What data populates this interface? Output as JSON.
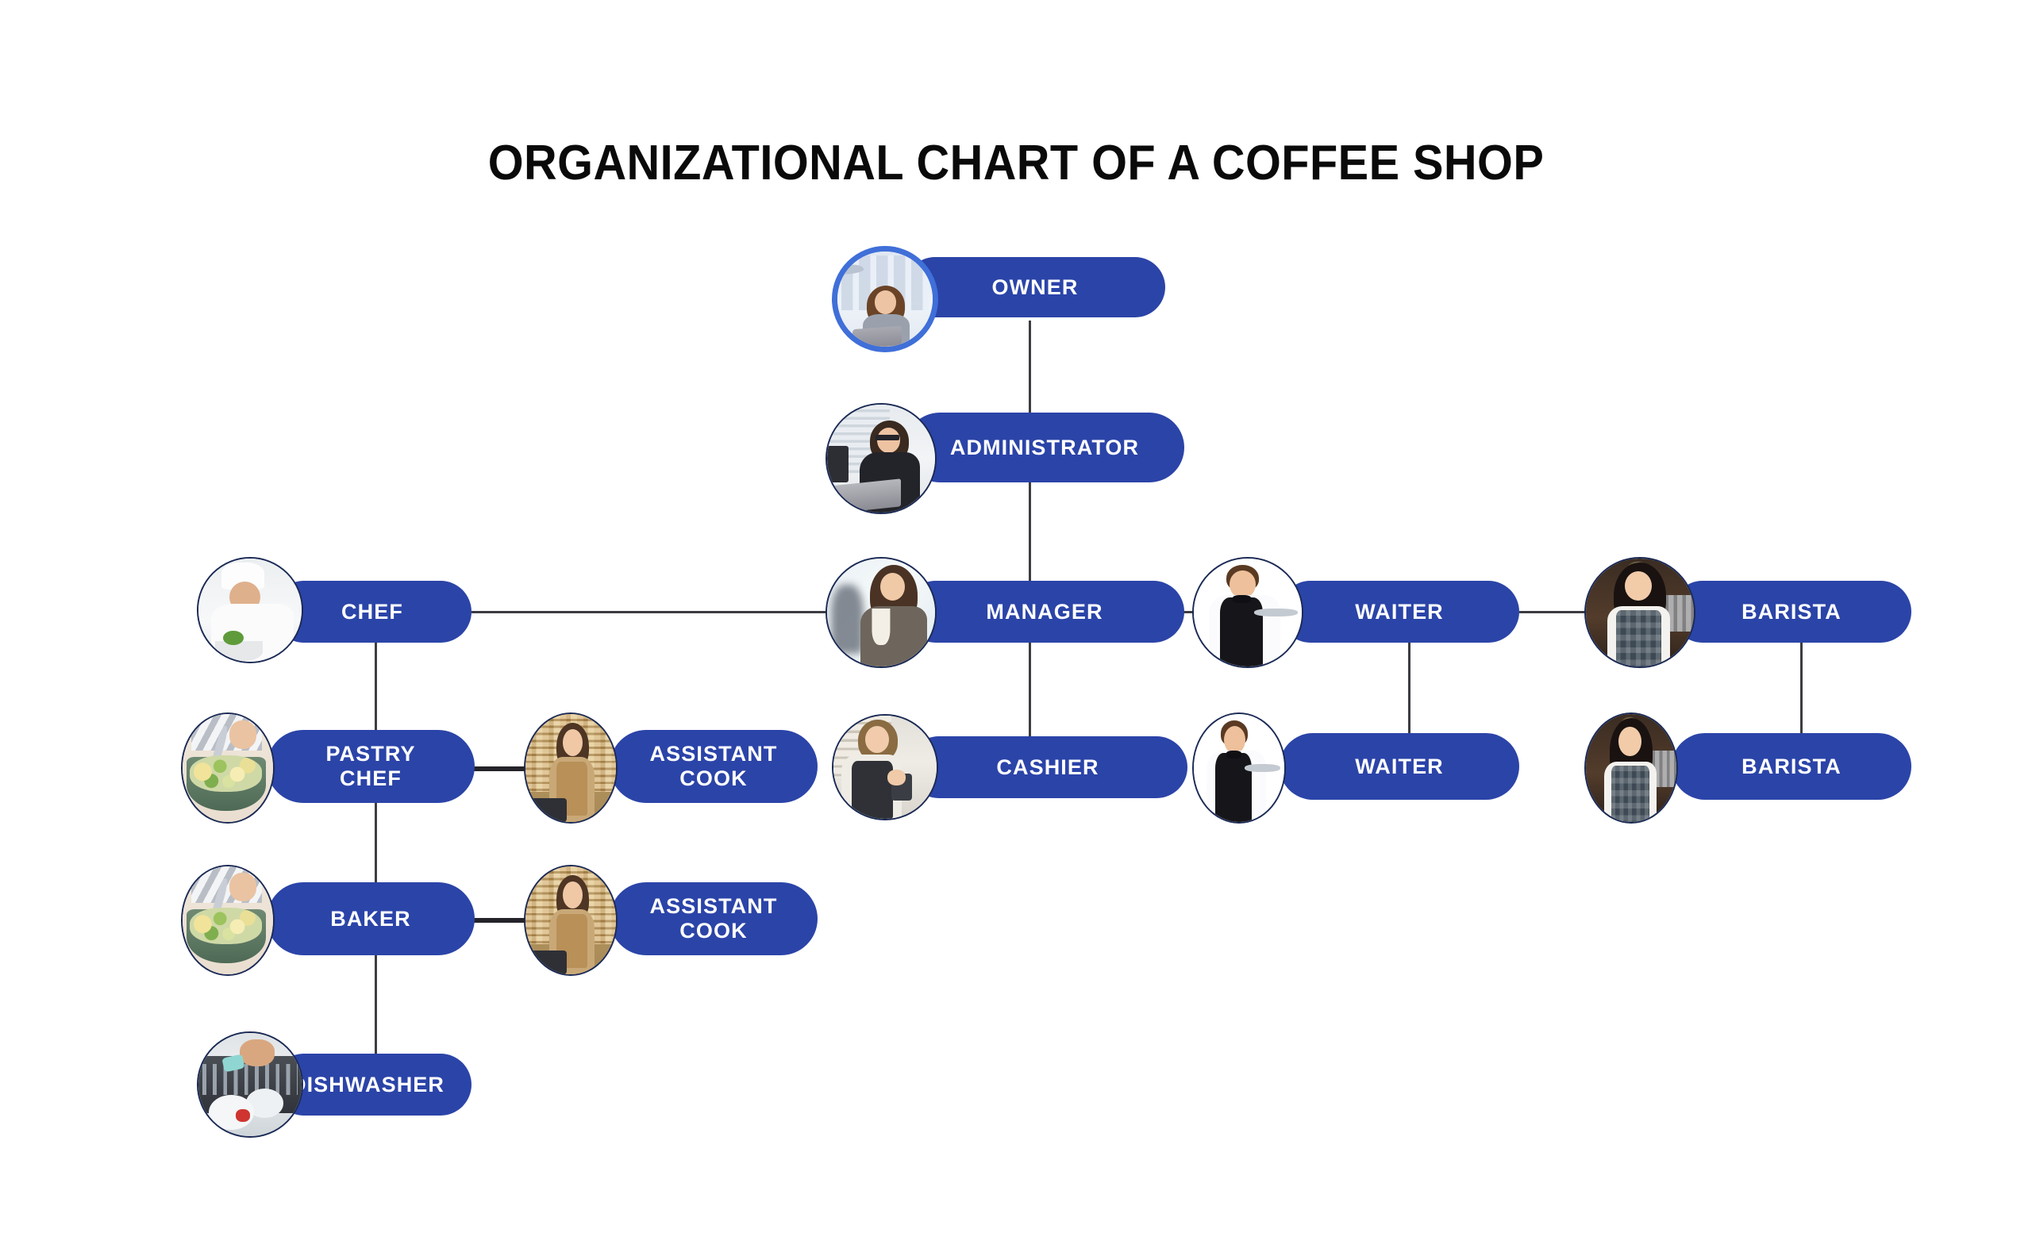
{
  "title": "ORGANIZATIONAL CHART OF A COFFEE SHOP",
  "theme": {
    "pill_blue": "#2b44a8",
    "owner_ring": "#3f6fd8",
    "node_ring": "#1b2a55",
    "connector": "#3c3c42",
    "label_color": "#ffffff",
    "background": "#ffffff",
    "title_color": "#0a0a0a"
  },
  "chart_data": {
    "type": "diagram",
    "diagram_type": "organizational-chart",
    "title": "ORGANIZATIONAL CHART OF A COFFEE SHOP",
    "orientation": "top-down with horizontal peer branches",
    "nodes": [
      {
        "id": "owner",
        "label": "OWNER",
        "level": 0,
        "photo": "woman-at-laptop-office",
        "highlighted": true
      },
      {
        "id": "administrator",
        "label": "ADMINISTRATOR",
        "level": 1,
        "photo": "woman-glasses-laptop",
        "highlighted": false
      },
      {
        "id": "manager",
        "label": "MANAGER",
        "level": 2,
        "photo": "woman-blazer-arms-crossed",
        "highlighted": false
      },
      {
        "id": "chef",
        "label": "CHEF",
        "level": 3,
        "photo": "chef-plating-dish",
        "highlighted": false
      },
      {
        "id": "pastry_chef",
        "label": "PASTRY CHEF",
        "level": 4,
        "photo": "hands-tossing-salad-bowl",
        "highlighted": false
      },
      {
        "id": "assistant_cook_1",
        "label": "ASSISTANT COOK",
        "level": 4,
        "photo": "woman-apron-shop-counter",
        "highlighted": false
      },
      {
        "id": "baker",
        "label": "BAKER",
        "level": 5,
        "photo": "hands-tossing-salad-bowl",
        "highlighted": false
      },
      {
        "id": "assistant_cook_2",
        "label": "ASSISTANT COOK",
        "level": 5,
        "photo": "woman-apron-shop-counter",
        "highlighted": false
      },
      {
        "id": "dishwasher",
        "label": "DISHWASHER",
        "level": 6,
        "photo": "hand-loading-dishwasher",
        "highlighted": false
      },
      {
        "id": "cashier",
        "label": "CASHIER",
        "level": 3,
        "photo": "woman-apron-pos-terminal",
        "highlighted": false
      },
      {
        "id": "waiter_1",
        "label": "WAITER",
        "level": 3,
        "photo": "man-bowtie-tray",
        "highlighted": false
      },
      {
        "id": "waiter_2",
        "label": "WAITER",
        "level": 4,
        "photo": "man-bowtie-tray",
        "highlighted": false
      },
      {
        "id": "barista_1",
        "label": "BARISTA",
        "level": 3,
        "photo": "woman-apron-cafe",
        "highlighted": false
      },
      {
        "id": "barista_2",
        "label": "BARISTA",
        "level": 4,
        "photo": "woman-apron-cafe",
        "highlighted": false
      }
    ],
    "edges": [
      {
        "from": "owner",
        "to": "administrator"
      },
      {
        "from": "administrator",
        "to": "manager"
      },
      {
        "from": "manager",
        "to": "chef"
      },
      {
        "from": "manager",
        "to": "cashier"
      },
      {
        "from": "manager",
        "to": "waiter_1"
      },
      {
        "from": "chef",
        "to": "pastry_chef"
      },
      {
        "from": "chef",
        "to": "baker"
      },
      {
        "from": "chef",
        "to": "dishwasher"
      },
      {
        "from": "pastry_chef",
        "to": "assistant_cook_1"
      },
      {
        "from": "baker",
        "to": "assistant_cook_2"
      },
      {
        "from": "waiter_1",
        "to": "waiter_2"
      },
      {
        "from": "waiter_1",
        "to": "barista_1"
      },
      {
        "from": "barista_1",
        "to": "barista_2"
      }
    ]
  },
  "nodes": {
    "owner": {
      "label": "OWNER"
    },
    "administrator": {
      "label": "ADMINISTRATOR"
    },
    "manager": {
      "label": "MANAGER"
    },
    "chef": {
      "label": "CHEF"
    },
    "pastry_chef": {
      "label": "PASTRY CHEF"
    },
    "assistant_cook_1": {
      "label": "ASSISTANT COOK"
    },
    "baker": {
      "label": "BAKER"
    },
    "assistant_cook_2": {
      "label": "ASSISTANT COOK"
    },
    "dishwasher": {
      "label": "DISHWASHER"
    },
    "cashier": {
      "label": "CASHIER"
    },
    "waiter_1": {
      "label": "WAITER"
    },
    "waiter_2": {
      "label": "WAITER"
    },
    "barista_1": {
      "label": "BARISTA"
    },
    "barista_2": {
      "label": "BARISTA"
    }
  }
}
